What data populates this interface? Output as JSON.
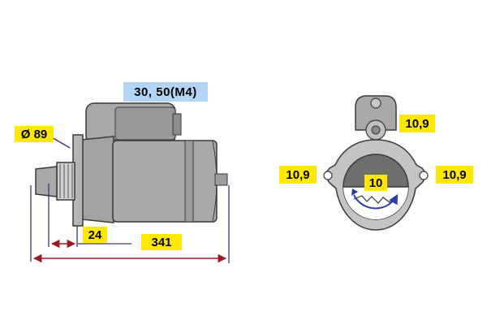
{
  "colors": {
    "body_fill": "#A9A9A9",
    "body_dark": "#7E7E7E",
    "body_light": "#C4C4C4",
    "outline": "#3A3A3A",
    "dimension": "#4B2E7A",
    "arrow_red": "#A0191E",
    "label_yellow": "#FFE800",
    "label_blue": "#B3D4F5",
    "rotation_arrow": "#2B3FA8"
  },
  "labels": {
    "terminal": "30, 50(M4)",
    "flange_diameter": "Ø 89",
    "flange_offset": "24",
    "overall_length": "341",
    "top_mount": "10,9",
    "left_mount": "10,9",
    "right_mount": "10,9",
    "pinion_teeth": "10"
  },
  "icons": {
    "rotation": "rotation-arrow-icon"
  }
}
